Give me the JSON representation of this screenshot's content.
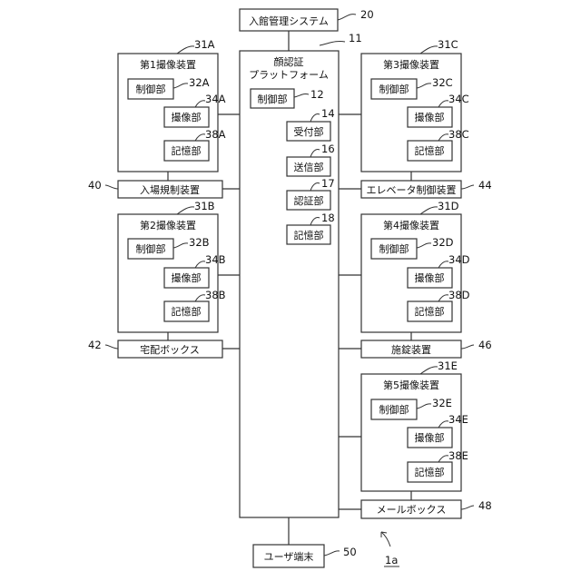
{
  "management": {
    "label": "入館管理システム",
    "ref": "20"
  },
  "platform": {
    "label_line1": "顔認証",
    "label_line2": "プラットフォーム",
    "ref": "11"
  },
  "platform_parts": {
    "control": {
      "label": "制御部",
      "ref": "12"
    },
    "reception": {
      "label": "受付部",
      "ref": "14"
    },
    "transmission": {
      "label": "送信部",
      "ref": "16"
    },
    "authentication": {
      "label": "認証部",
      "ref": "17"
    },
    "storage": {
      "label": "記憶部",
      "ref": "18"
    }
  },
  "devices": [
    {
      "title": "第1撮像装置",
      "ref": "31A",
      "control_label": "制御部",
      "control_ref": "32A",
      "imaging_label": "撮像部",
      "imaging_ref": "34A",
      "storage_label": "記憶部",
      "storage_ref": "38A"
    },
    {
      "title": "第2撮像装置",
      "ref": "31B",
      "control_label": "制御部",
      "control_ref": "32B",
      "imaging_label": "撮像部",
      "imaging_ref": "34B",
      "storage_label": "記憶部",
      "storage_ref": "38B"
    },
    {
      "title": "第3撮像装置",
      "ref": "31C",
      "control_label": "制御部",
      "control_ref": "32C",
      "imaging_label": "撮像部",
      "imaging_ref": "34C",
      "storage_label": "記憶部",
      "storage_ref": "38C"
    },
    {
      "title": "第4撮像装置",
      "ref": "31D",
      "control_label": "制御部",
      "control_ref": "32D",
      "imaging_label": "撮像部",
      "imaging_ref": "34D",
      "storage_label": "記憶部",
      "storage_ref": "38D"
    },
    {
      "title": "第5撮像装置",
      "ref": "31E",
      "control_label": "制御部",
      "control_ref": "32E",
      "imaging_label": "撮像部",
      "imaging_ref": "34E",
      "storage_label": "記憶部",
      "storage_ref": "38E"
    }
  ],
  "peripherals": {
    "entrance_control": {
      "label": "入場規制装置",
      "ref": "40"
    },
    "delivery_box": {
      "label": "宅配ボックス",
      "ref": "42"
    },
    "elevator_control": {
      "label": "エレベータ制御装置",
      "ref": "44"
    },
    "lock_device": {
      "label": "施錠装置",
      "ref": "46"
    },
    "mailbox": {
      "label": "メールボックス",
      "ref": "48"
    },
    "user_terminal": {
      "label": "ユーザ端末",
      "ref": "50"
    }
  },
  "figure_ref": "1a"
}
